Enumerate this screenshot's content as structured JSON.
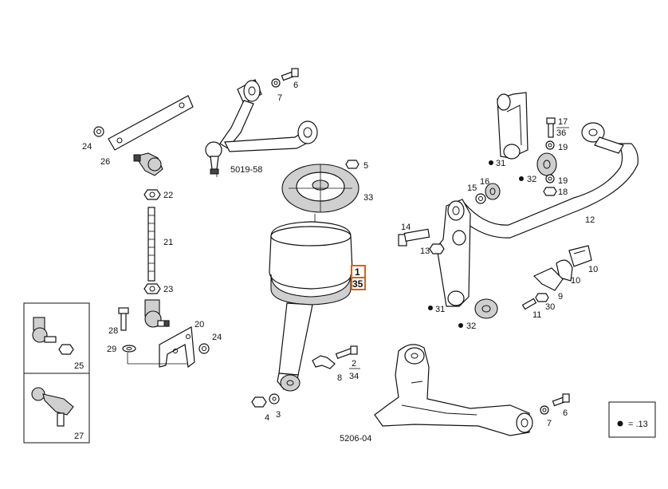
{
  "labels": {
    "p6a": "6",
    "p7a": "7",
    "ref_upper": "5019-58",
    "p24a": "24",
    "p26": "26",
    "p22": "22",
    "p21": "21",
    "p23": "23",
    "p28": "28",
    "p29": "29",
    "p20": "20",
    "p24b": "24",
    "p25": "25",
    "p27": "27",
    "p5": "5",
    "p33": "33",
    "p1": "1",
    "p35": "35",
    "p2": "2",
    "p34": "34",
    "p8": "8",
    "p4": "4",
    "p3": "3",
    "ref_lower": "5206-04",
    "p7b": "7",
    "p6b": "6",
    "p17": "17",
    "p36": "36",
    "p19a": "19",
    "p31a": "31",
    "p32a": "32",
    "p19b": "19",
    "p18": "18",
    "p16": "16",
    "p15": "15",
    "p12": "12",
    "p14": "14",
    "p13": "13",
    "p10a": "10",
    "p10b": "10",
    "p9": "9",
    "p30": "30",
    "p11": "11",
    "p31b": "31",
    "p32b": "32"
  },
  "legend": {
    "text": "= .13"
  },
  "colors": {
    "line": "#111111",
    "highlight": "#d0641c",
    "fill_grey": "#cfcfcf"
  }
}
